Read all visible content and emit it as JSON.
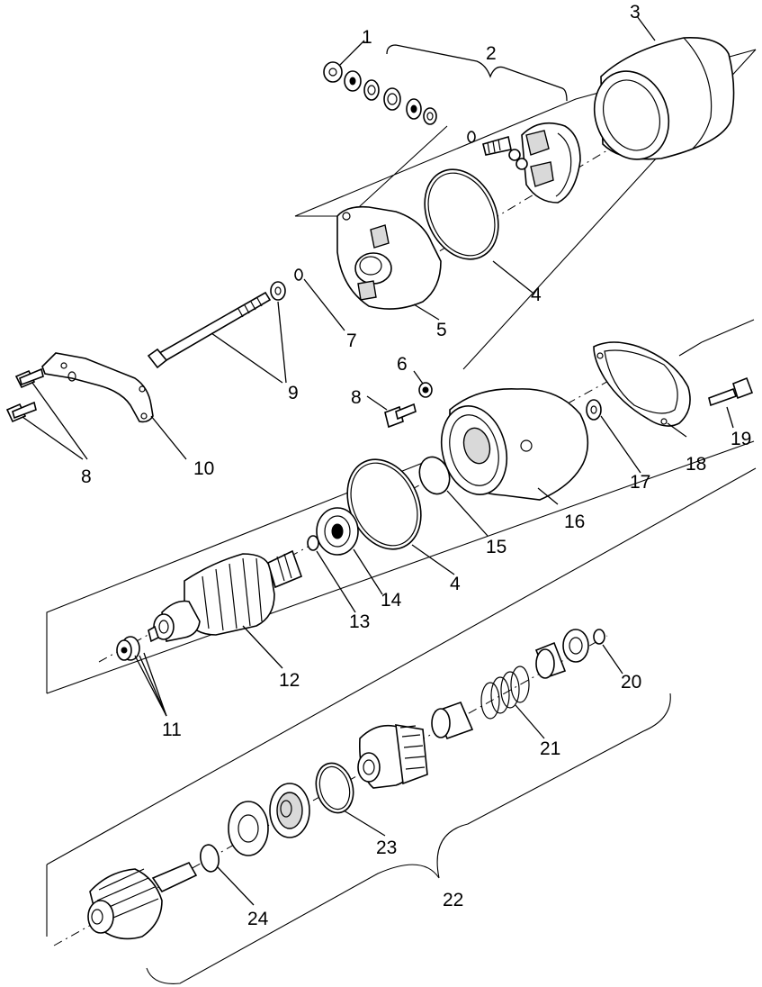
{
  "diagram": {
    "callouts": [
      {
        "id": "c1",
        "text": "1"
      },
      {
        "id": "c2",
        "text": "2"
      },
      {
        "id": "c3",
        "text": "3"
      },
      {
        "id": "c4a",
        "text": "4"
      },
      {
        "id": "c4b",
        "text": "4"
      },
      {
        "id": "c5",
        "text": "5"
      },
      {
        "id": "c6",
        "text": "6"
      },
      {
        "id": "c7",
        "text": "7"
      },
      {
        "id": "c8a",
        "text": "8"
      },
      {
        "id": "c8b",
        "text": "8"
      },
      {
        "id": "c9",
        "text": "9"
      },
      {
        "id": "c10",
        "text": "10"
      },
      {
        "id": "c11",
        "text": "11"
      },
      {
        "id": "c12",
        "text": "12"
      },
      {
        "id": "c13",
        "text": "13"
      },
      {
        "id": "c14",
        "text": "14"
      },
      {
        "id": "c15",
        "text": "15"
      },
      {
        "id": "c16",
        "text": "16"
      },
      {
        "id": "c17",
        "text": "17"
      },
      {
        "id": "c18",
        "text": "18"
      },
      {
        "id": "c19",
        "text": "19"
      },
      {
        "id": "c20",
        "text": "20"
      },
      {
        "id": "c21",
        "text": "21"
      },
      {
        "id": "c22",
        "text": "22"
      },
      {
        "id": "c23",
        "text": "23"
      },
      {
        "id": "c24",
        "text": "24"
      }
    ]
  }
}
